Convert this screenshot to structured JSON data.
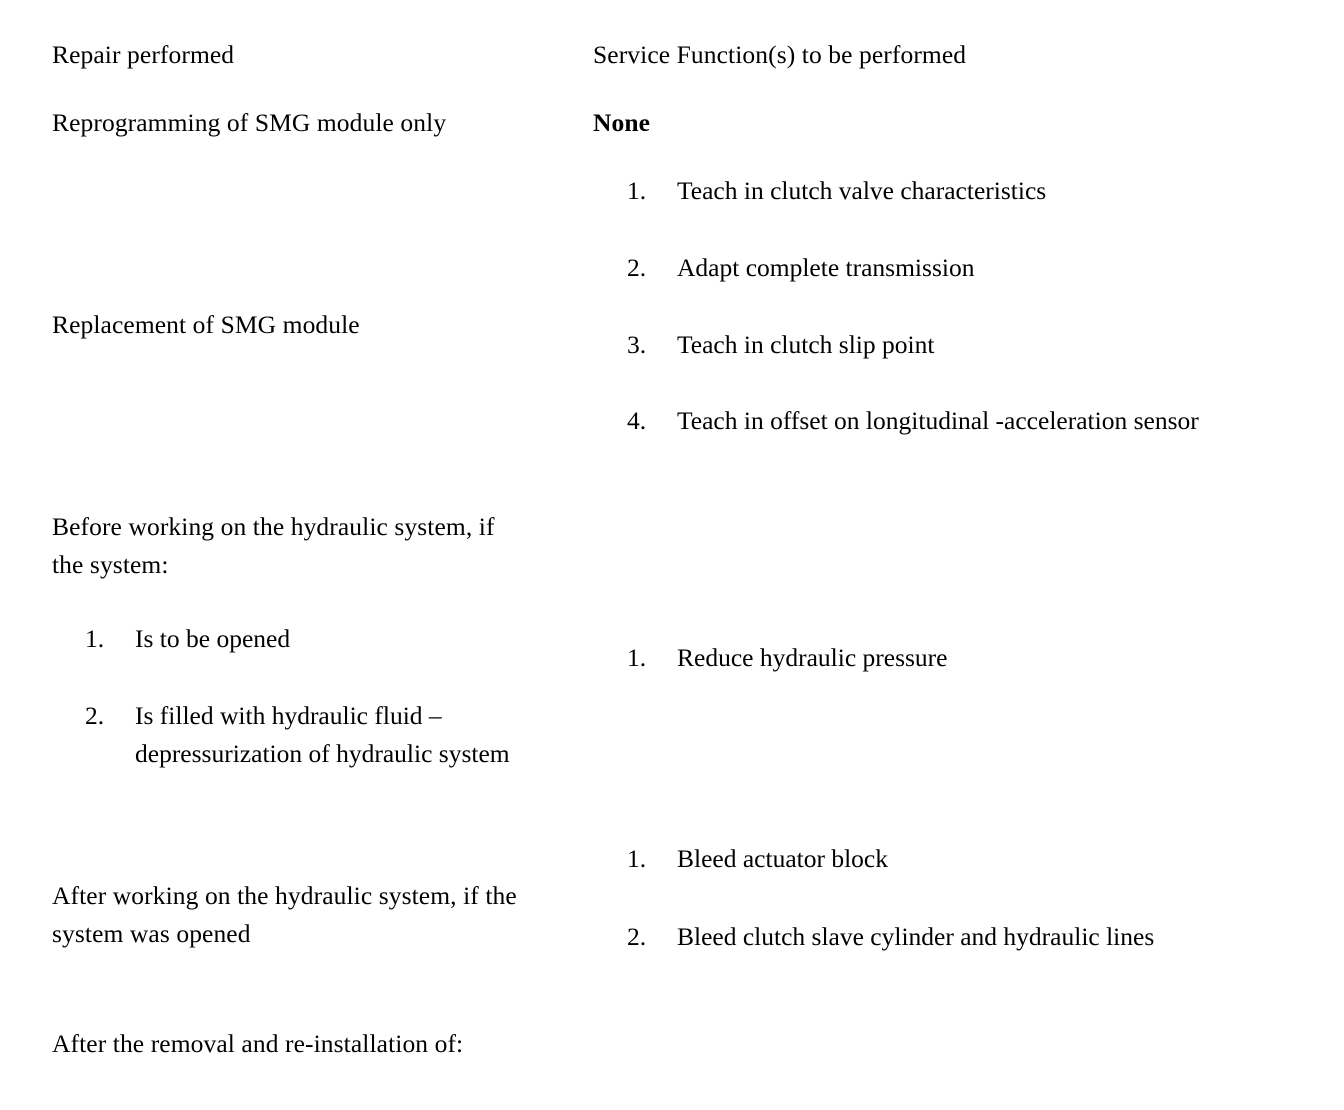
{
  "document": {
    "type": "service-reference-table",
    "background_color": "#ffffff",
    "text_color": "#000000",
    "columns": [
      {
        "id": "repair",
        "header": "Repair performed"
      },
      {
        "id": "service",
        "header": "Service Function(s) to be performed"
      }
    ],
    "rows": [
      {
        "id": "reprogramming",
        "repair": "Reprogramming of SMG module only",
        "service_none": "None",
        "service_items": []
      },
      {
        "id": "replacement",
        "repair": "Replacement of SMG module",
        "service_items": [
          {
            "num": "1.",
            "text": "Teach in clutch valve characteristics"
          },
          {
            "num": "2.",
            "text": "Adapt complete transmission"
          },
          {
            "num": "3.",
            "text": "Teach in clutch slip point"
          },
          {
            "num": "4.",
            "text": "Teach in offset on longitudinal -acceleration sensor"
          }
        ]
      },
      {
        "id": "before-hydraulic",
        "repair": "Before working on the hydraulic system, if the system:",
        "repair_items": [
          {
            "num": "1.",
            "text": "Is to be opened"
          },
          {
            "num": "2.",
            "text": "Is filled with hydraulic fluid – depressurization of hydraulic system"
          }
        ],
        "service_items": [
          {
            "num": "1.",
            "text": "Reduce hydraulic pressure"
          }
        ]
      },
      {
        "id": "after-hydraulic",
        "repair": "After working on the hydraulic system, if the system was opened",
        "service_items": [
          {
            "num": "1.",
            "text": "Bleed actuator block"
          },
          {
            "num": "2.",
            "text": "Bleed clutch slave cylinder and hydraulic lines"
          }
        ]
      },
      {
        "id": "after-removal",
        "repair": "After the removal and re-installation of:",
        "service_items": []
      }
    ]
  }
}
